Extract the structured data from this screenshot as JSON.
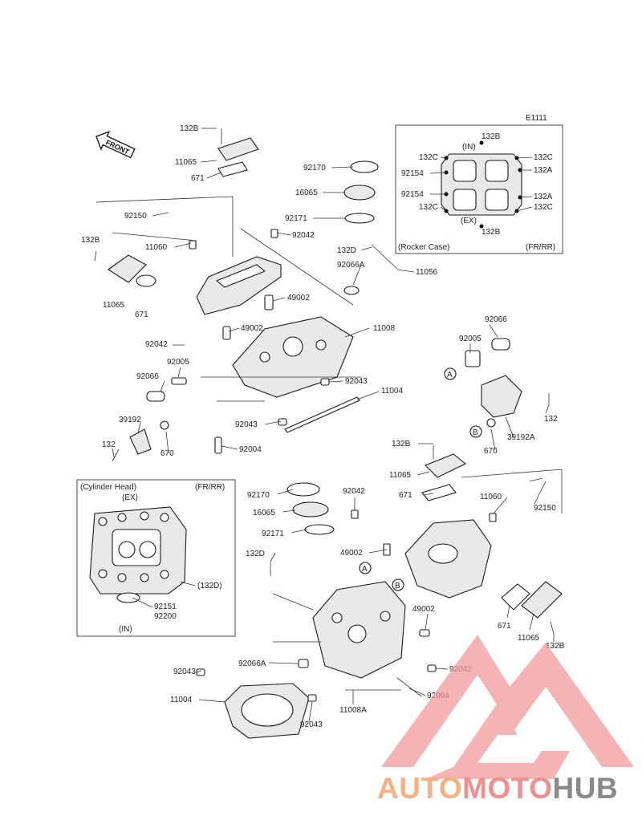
{
  "diagram_code": "E1111",
  "front_label": "FRONT",
  "callouts": {
    "label_132B": "132B",
    "label_11065": "11065",
    "label_671": "671",
    "label_92170": "92170",
    "label_16065": "16065",
    "label_92171": "92171",
    "label_92150": "92150",
    "label_92042": "92042",
    "label_11060": "11060",
    "label_132D": "132D",
    "label_92066A": "92066A",
    "label_11056": "11056",
    "label_49002": "49002",
    "label_11008": "11008",
    "label_92005": "92005",
    "label_92066": "92066",
    "label_92043": "92043",
    "label_11004": "11004",
    "label_39192": "39192",
    "label_132": "132",
    "label_670": "670",
    "label_92004": "92004",
    "label_39192A": "39192A",
    "label_11008A": "11008A",
    "ref_A": "A",
    "ref_B": "B"
  },
  "rocker_inset": {
    "title": "(Rocker Case)",
    "variant": "(FR/RR)",
    "in_label": "(IN)",
    "ex_label": "(EX)",
    "label_132B": "132B",
    "label_132C": "132C",
    "label_132A": "132A",
    "label_92154": "92154"
  },
  "cylinder_inset": {
    "title": "(Cylinder Head)",
    "variant": "(FR/RR)",
    "ex_label": "(EX)",
    "in_label": "(IN)",
    "label_132D": "(132D)",
    "label_92151": "92151",
    "label_92200": "92200"
  },
  "watermark": {
    "part1": "AUTO",
    "part2": "MOTO",
    "part3": "HUB",
    "color_auto": "#f5b183",
    "color_moto": "#f08f8f",
    "color_hub": "#8a8a8a",
    "color_logo": "#f39a9a"
  }
}
